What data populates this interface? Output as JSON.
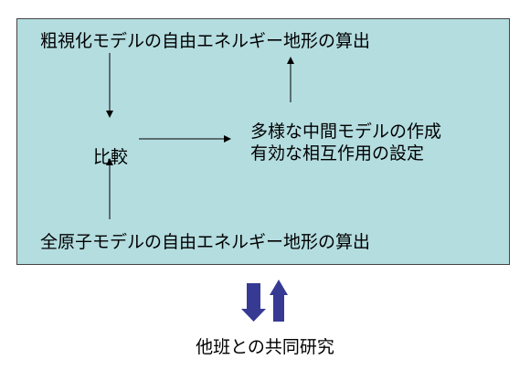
{
  "colors": {
    "box_fill": "#b4dde0",
    "box_border": "#444444",
    "connector": "#000000",
    "exchange_arrows": "#363a93"
  },
  "diagram": {
    "top_node": "粗視化モデルの自由エネルギー地形の算出",
    "compare_node": "比較",
    "right_node_line1": "多様な中間モデルの作成",
    "right_node_line2": "有効な相互作用の設定",
    "bottom_node": "全原子モデルの自由エネルギー地形の算出"
  },
  "caption": "他班との共同研究"
}
